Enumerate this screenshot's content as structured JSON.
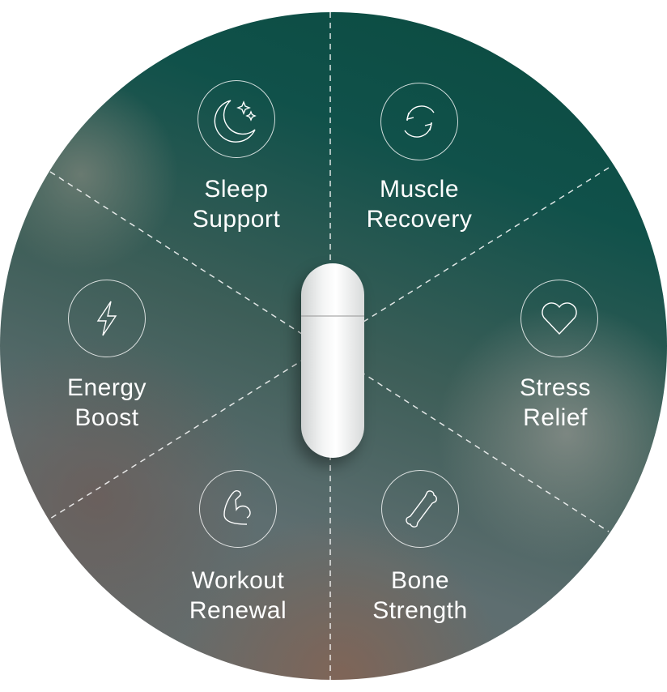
{
  "segments": [
    {
      "id": "sleep",
      "icon": "moon-stars-icon",
      "line1": "Sleep",
      "line2": "Support"
    },
    {
      "id": "muscle",
      "icon": "refresh-cycle-icon",
      "line1": "Muscle",
      "line2": "Recovery"
    },
    {
      "id": "energy",
      "icon": "lightning-bolt-icon",
      "line1": "Energy",
      "line2": "Boost"
    },
    {
      "id": "stress",
      "icon": "heart-icon",
      "line1": "Stress",
      "line2": "Relief"
    },
    {
      "id": "workout",
      "icon": "flexed-arm-icon",
      "line1": "Workout",
      "line2": "Renewal"
    },
    {
      "id": "bone",
      "icon": "bone-icon",
      "line1": "Bone",
      "line2": "Strength"
    }
  ]
}
